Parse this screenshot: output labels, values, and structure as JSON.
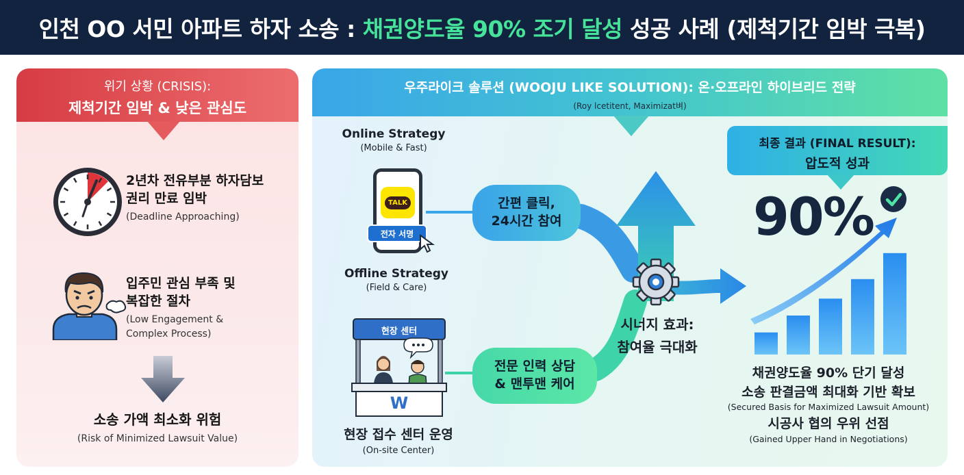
{
  "header": {
    "title_pre": "인천 OO 서민 아파트 하자 소송 : ",
    "title_highlight": "채권양도율 90% 조기 달성",
    "title_post": " 성공 사례 (제척기간 임박 극복)",
    "highlight_color": "#46e39a"
  },
  "crisis": {
    "label": "위기 상황 (CRISIS):",
    "title": "제척기간 임박 & 낮은 관심도",
    "items": [
      {
        "title_line1": "2년차 전유부분 하자담보",
        "title_line2": "권리 만료 임박",
        "sub": "(Deadline Approaching)",
        "icon": "clock-icon"
      },
      {
        "title_line1": "입주민 관심 부족 및",
        "title_line2": "복잡한 절차",
        "sub_line1": "(Low Engagement &",
        "sub_line2": "Complex Process)",
        "icon": "frustrated-person-icon"
      }
    ],
    "outcome_title": "소송 가액 최소화 위험",
    "outcome_sub": "(Risk of Minimized Lawsuit Value)"
  },
  "solution": {
    "label": "우주라이크 솔루션 (WOOJU LIKE SOLUTION): 온·오프라인 하이브리드 전략",
    "sublabel": "(Roy lcetitent, Maximizat벼)",
    "online": {
      "title": "Online Strategy",
      "sub": "(Mobile & Fast)",
      "talk_badge": "TALK",
      "phone_button": "전자 서명"
    },
    "online_bubble": {
      "line1": "간편 클릭,",
      "line2": "24시간 참여"
    },
    "offline": {
      "title": "Offline Strategy",
      "sub": "(Field & Care)",
      "booth_sign": "현장 센터",
      "booth_logo": "W"
    },
    "offline_bubble": {
      "line1": "전문 인력 상담",
      "line2": "& 맨투맨 케어"
    },
    "onsite_title": "현장 접수 센터 운영",
    "onsite_sub": "(On-site Center)",
    "synergy_line1": "시너지 효과:",
    "synergy_line2": "참여율 극대화",
    "result_label": "최종 결과 (FINAL RESULT):",
    "result_title": "압도적 성과",
    "big_number": "90%",
    "bars": [
      0.17,
      0.3,
      0.43,
      0.58,
      0.78
    ],
    "result_lines": [
      {
        "text": "채권양도율 90% 단기 달성",
        "size": "big"
      },
      {
        "text": "소송 판결금액 최대화 기반 확보",
        "size": "big"
      },
      {
        "text": "(Secured Basis for Maximized Lawsuit Amount)",
        "size": "small"
      },
      {
        "text": "시공사 협의 우위 선점",
        "size": "big"
      },
      {
        "text": "(Gained Upper Hand in Negotiations)",
        "size": "small"
      }
    ]
  },
  "colors": {
    "navy": "#12233f",
    "crisis_red": "#d63c43",
    "solution_blue": "#3aa6e8",
    "solution_green": "#5fe0a3",
    "bar_blue": "#2b8ff0"
  }
}
